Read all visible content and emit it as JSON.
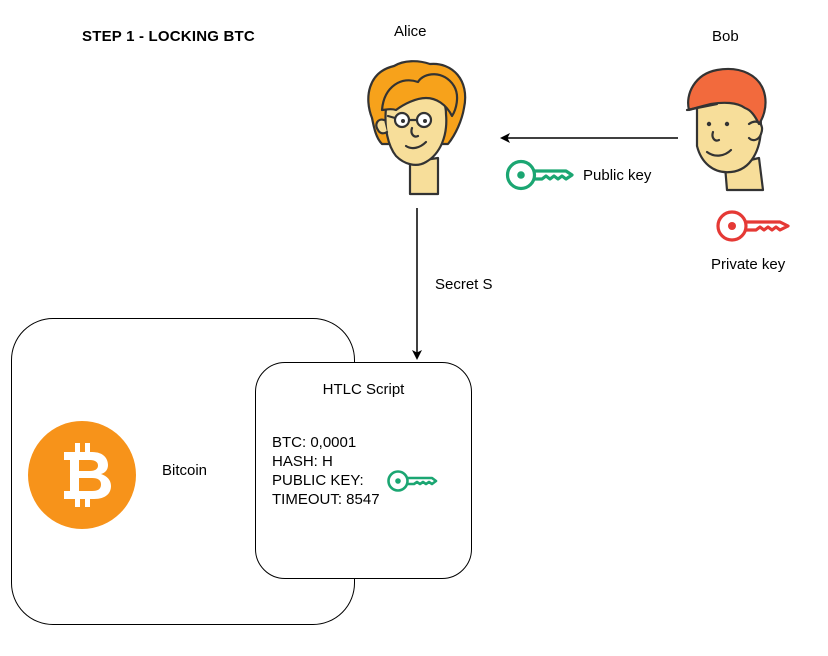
{
  "title": "STEP 1 - LOCKING BTC",
  "actors": {
    "alice": {
      "name": "Alice",
      "icon": "alice-avatar-icon"
    },
    "bob": {
      "name": "Bob",
      "icon": "bob-avatar-icon"
    }
  },
  "keys": {
    "public_label": "Public key",
    "private_label": "Private key",
    "public_color": "#1BA672",
    "private_color": "#E53935"
  },
  "flows": {
    "alice_to_script": "Secret S"
  },
  "bitcoin": {
    "label": "Bitcoin",
    "color": "#F7931A"
  },
  "htlc": {
    "title": "HTLC Script",
    "btc": "BTC: 0,0001",
    "hash": "HASH: H",
    "public_key": "PUBLIC KEY:",
    "timeout": "TIMEOUT: 8547"
  }
}
